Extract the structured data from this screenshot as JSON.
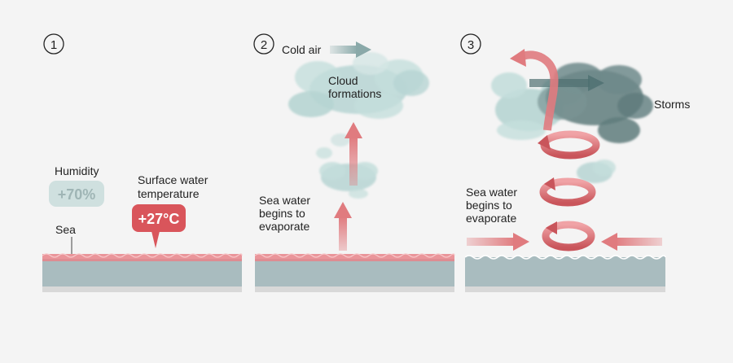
{
  "panels": [
    {
      "number": "1",
      "labels": {
        "humidity": "Humidity",
        "humidity_value": "+70%",
        "surface_water_line1": "Surface water",
        "surface_water_line2": "temperature",
        "temperature_value": "+27°C",
        "sea": "Sea"
      }
    },
    {
      "number": "2",
      "labels": {
        "cold_air": "Cold air",
        "cloud_line1": "Cloud",
        "cloud_line2": "formations",
        "evaporate_line1": "Sea water",
        "evaporate_line2": "begins to",
        "evaporate_line3": "evaporate"
      }
    },
    {
      "number": "3",
      "labels": {
        "storms": "Storms",
        "evaporate_line1": "Sea water",
        "evaporate_line2": "begins to",
        "evaporate_line3": "evaporate"
      }
    }
  ],
  "colors": {
    "background": "#f4f4f4",
    "sea_water": "#a9bcbf",
    "sea_floor": "#d8d8d8",
    "sea_surface_warm": "#e8848a",
    "arrow_red": "#e07b7f",
    "arrow_red_dark": "#c9555b",
    "cloud_light": "#b7d5d3",
    "cloud_dark": "#5f7c7d",
    "humidity_badge": "#cfe0df",
    "temperature_badge": "#d9555b",
    "cold_air_arrow": "#8aa9a9",
    "text": "#222222"
  }
}
